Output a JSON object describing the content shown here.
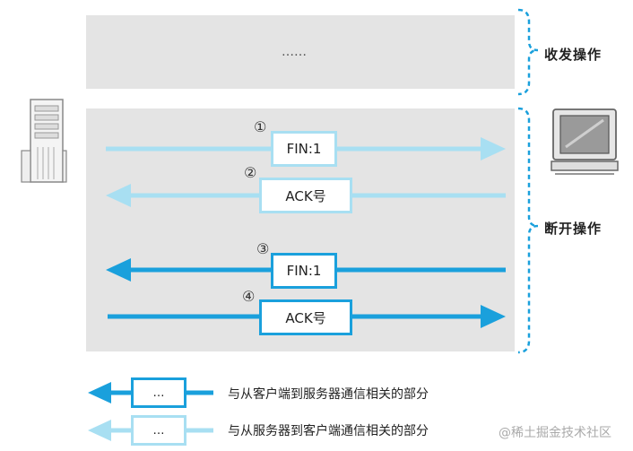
{
  "top_panel": {
    "content": "……"
  },
  "phases": {
    "send_receive": "收发操作",
    "disconnect": "断开操作"
  },
  "messages": [
    {
      "step": "①",
      "label": "FIN:1"
    },
    {
      "step": "②",
      "label": "ACK号"
    },
    {
      "step": "③",
      "label": "FIN:1"
    },
    {
      "step": "④",
      "label": "ACK号"
    }
  ],
  "legend": {
    "dark": {
      "box": "…",
      "text": "与从客户端到服务器通信相关的部分"
    },
    "light": {
      "box": "…",
      "text": "与从服务器到客户端通信相关的部分"
    }
  },
  "watermark": "@稀土掘金技术社区",
  "colors": {
    "light_arrow": "#a8dff2",
    "dark_arrow": "#1aa0dc",
    "panel": "#e4e4e4"
  },
  "icons": {
    "left": "server-icon",
    "right": "computer-monitor-icon"
  }
}
